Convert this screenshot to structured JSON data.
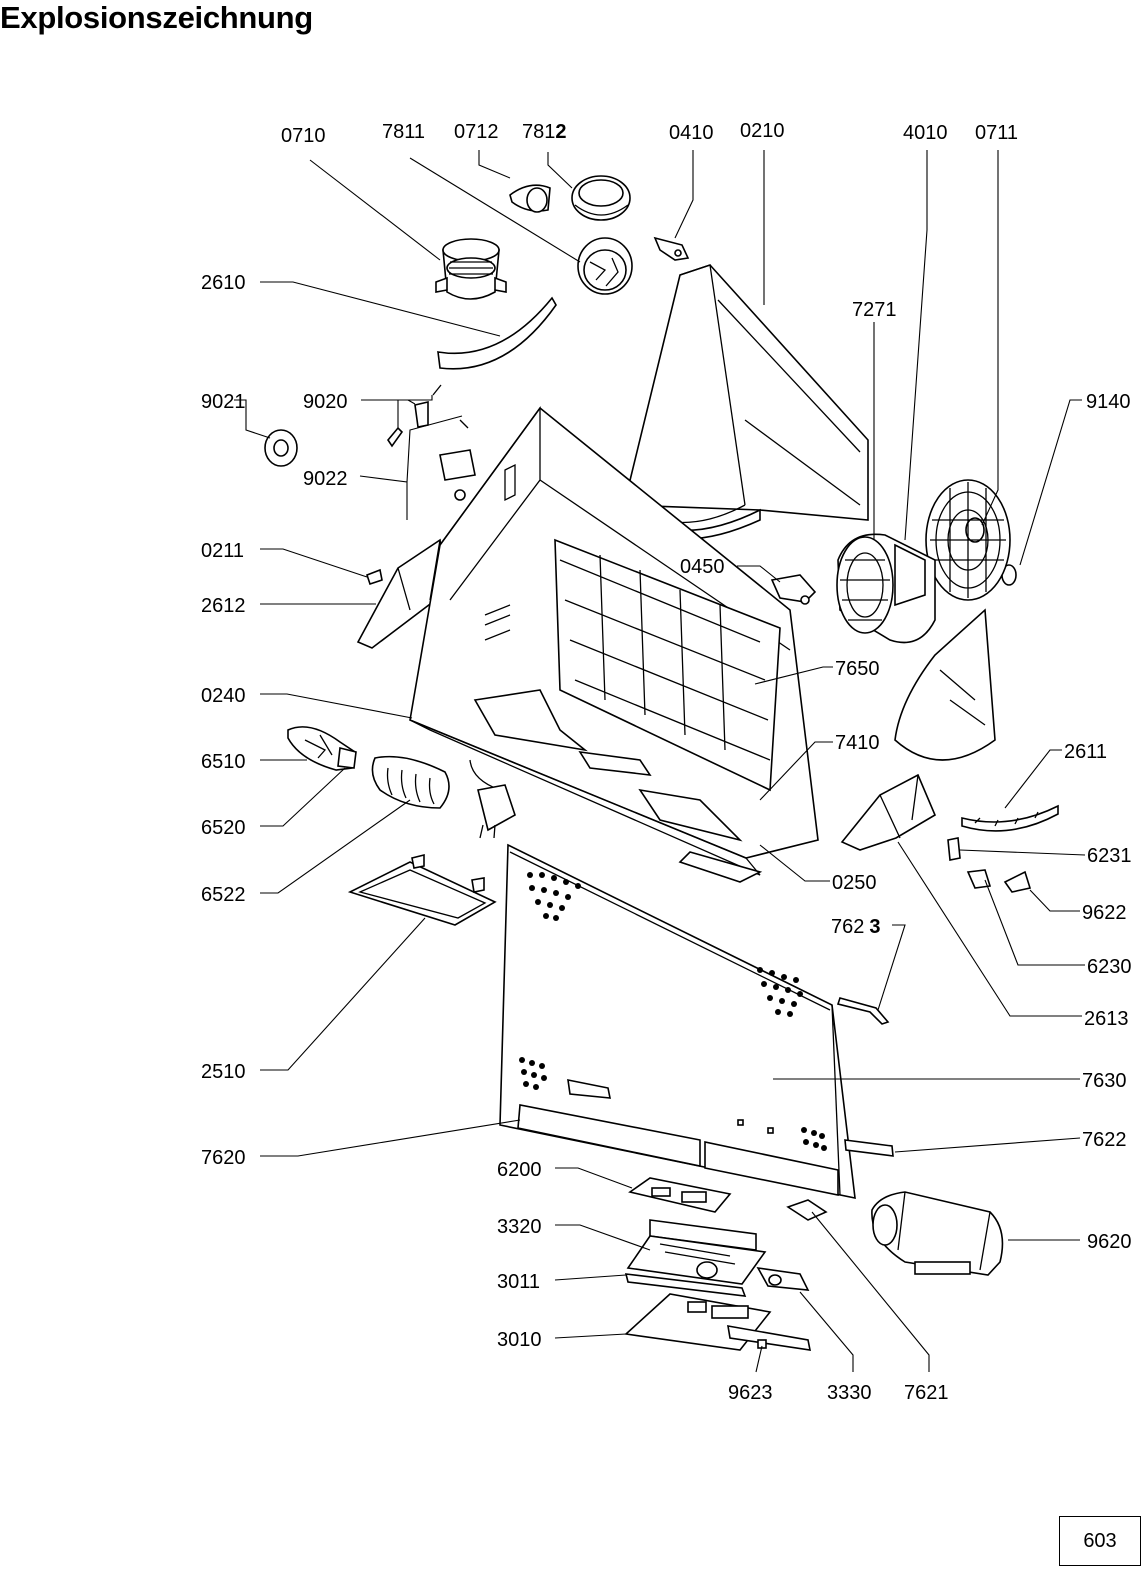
{
  "title": "Explosionszeichnung",
  "page_number": "603",
  "part_labels": [
    {
      "id": "0710",
      "text": "0710"
    },
    {
      "id": "7811",
      "text": "7811"
    },
    {
      "id": "0712",
      "text": "0712"
    },
    {
      "id": "7812",
      "text": "781",
      "suffix": "2"
    },
    {
      "id": "0410",
      "text": "0410"
    },
    {
      "id": "0210",
      "text": "0210"
    },
    {
      "id": "4010",
      "text": "4010"
    },
    {
      "id": "0711",
      "text": "0711"
    },
    {
      "id": "2610",
      "text": "2610"
    },
    {
      "id": "7271",
      "text": "7271"
    },
    {
      "id": "9021",
      "text": "9021"
    },
    {
      "id": "9020",
      "text": "9020"
    },
    {
      "id": "9140",
      "text": "9140"
    },
    {
      "id": "9022",
      "text": "9022"
    },
    {
      "id": "0211",
      "text": "0211"
    },
    {
      "id": "0450",
      "text": "0450"
    },
    {
      "id": "2612",
      "text": "2612"
    },
    {
      "id": "7650",
      "text": "7650"
    },
    {
      "id": "0240",
      "text": "0240"
    },
    {
      "id": "7410",
      "text": "7410"
    },
    {
      "id": "2611",
      "text": "2611"
    },
    {
      "id": "6510",
      "text": "6510"
    },
    {
      "id": "6520",
      "text": "6520"
    },
    {
      "id": "6231",
      "text": "6231"
    },
    {
      "id": "0250",
      "text": "0250"
    },
    {
      "id": "6522",
      "text": "6522"
    },
    {
      "id": "9622",
      "text": "9622"
    },
    {
      "id": "7623",
      "text": "762",
      "suffix": "3"
    },
    {
      "id": "6230",
      "text": "6230"
    },
    {
      "id": "2613",
      "text": "2613"
    },
    {
      "id": "2510",
      "text": "2510"
    },
    {
      "id": "7630",
      "text": "7630"
    },
    {
      "id": "7620",
      "text": "7620"
    },
    {
      "id": "7622",
      "text": "7622"
    },
    {
      "id": "6200",
      "text": "6200"
    },
    {
      "id": "3320",
      "text": "3320"
    },
    {
      "id": "9620",
      "text": "9620"
    },
    {
      "id": "3011",
      "text": "3011"
    },
    {
      "id": "3010",
      "text": "3010"
    },
    {
      "id": "9623",
      "text": "9623"
    },
    {
      "id": "3330",
      "text": "3330"
    },
    {
      "id": "7621",
      "text": "7621"
    }
  ]
}
